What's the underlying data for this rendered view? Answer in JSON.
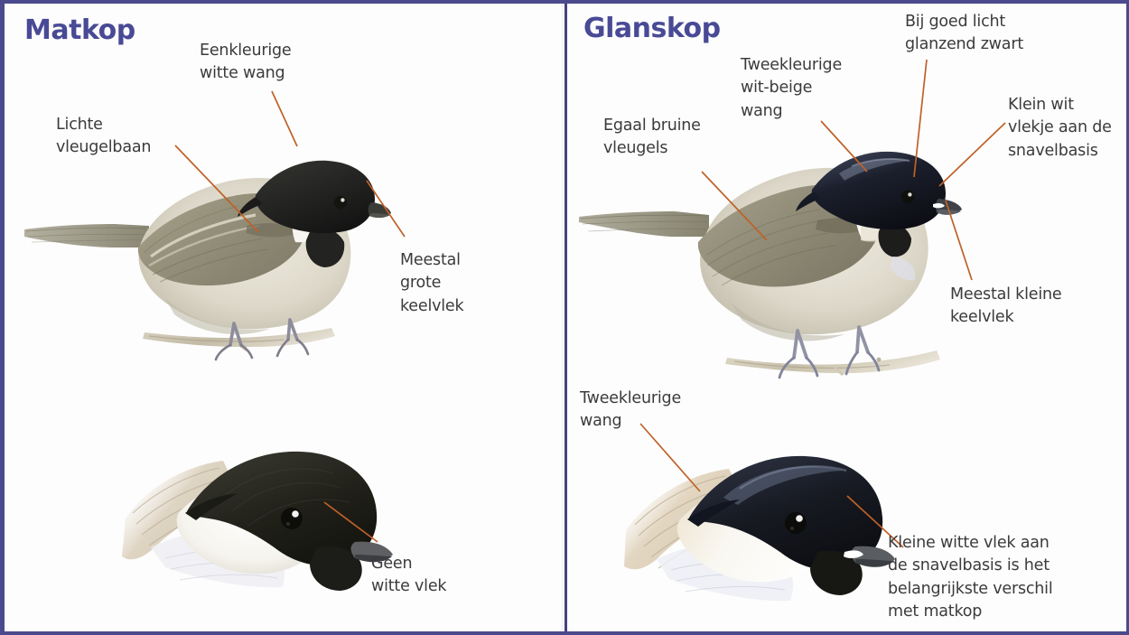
{
  "figure": {
    "kind": "bird-identification-comparison-plate",
    "border_color": "#4b4a8c",
    "divider_color": "#45417e",
    "leader_line_color": "#bf6128",
    "text_color": "#3b3b3b",
    "title_color": "#494a96",
    "background": "#fdfdfd"
  },
  "left_panel": {
    "title": "Matkop",
    "callouts": [
      {
        "id": "eenkleurige-witte-wang",
        "text": "Eenkleurige\nwitte wang"
      },
      {
        "id": "lichte-vleugelbaan",
        "text": "Lichte\nvleugelbaan"
      },
      {
        "id": "meestal-grote-keelvlek",
        "text": "Meestal\ngrote\nkeelvlek"
      },
      {
        "id": "geen-witte-vlek",
        "text": "Geen\nwitte vlek"
      }
    ],
    "illustrations": [
      {
        "id": "matkop-full-body",
        "caption": "perched marsh tit on twig"
      },
      {
        "id": "matkop-head",
        "caption": "marsh tit head close-up"
      }
    ]
  },
  "right_panel": {
    "title": "Glanskop",
    "callouts": [
      {
        "id": "bij-goed-licht-glanzend-zwart",
        "text": "Bij goed licht\nglanzend zwart"
      },
      {
        "id": "tweekleurige-wit-beige-wang",
        "text": "Tweekleurige\nwit-beige\nwang"
      },
      {
        "id": "klein-wit-vlekje",
        "text": "Klein wit\nvlekje aan de\nsnavelbasis"
      },
      {
        "id": "egaal-bruine-vleugels",
        "text": "Egaal bruine\nvleugels"
      },
      {
        "id": "meestal-kleine-keelvlek",
        "text": "Meestal kleine\nkeelvlek"
      },
      {
        "id": "tweekleurige-wang",
        "text": "Tweekleurige\nwang"
      },
      {
        "id": "kleine-witte-vlek-verschil",
        "text": "Kleine witte vlek aan\nde snavelbasis is het\nbelangrijkste verschil\nmet matkop"
      }
    ],
    "illustrations": [
      {
        "id": "glanskop-full-body",
        "caption": "perched willow/marsh tit on twig"
      },
      {
        "id": "glanskop-head",
        "caption": "glanskop head close-up"
      }
    ]
  }
}
